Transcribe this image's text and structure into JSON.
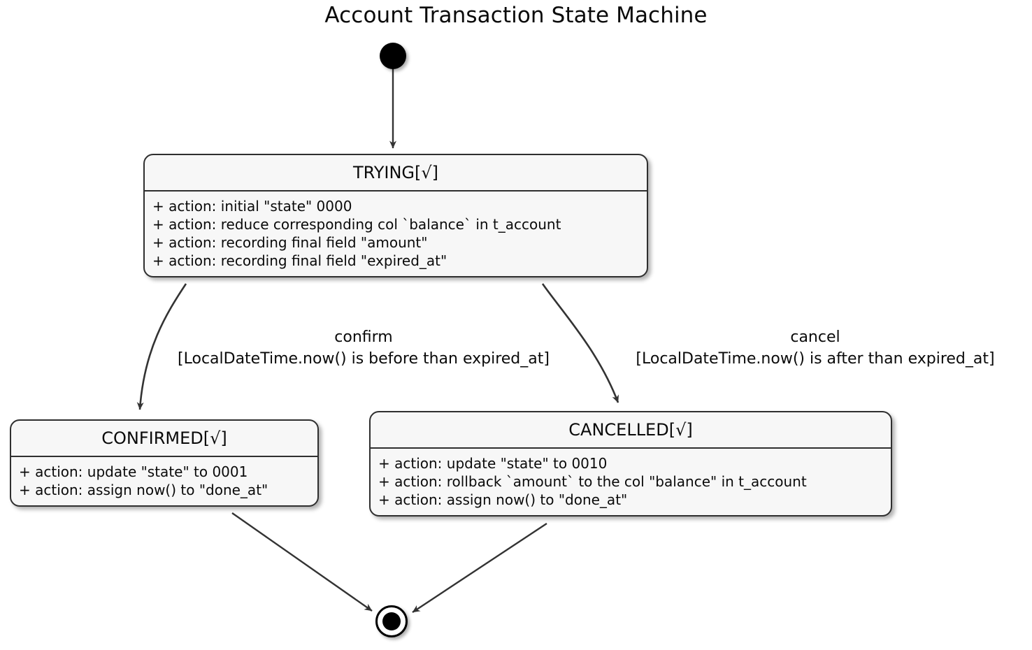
{
  "diagram": {
    "title": "Account Transaction State Machine",
    "type": "uml-state-machine",
    "colors": {
      "background": "#ffffff",
      "state_fill": "#f7f7f7",
      "state_border": "#2f2f2f",
      "text": "#0a0a0a",
      "edge": "#3a3a3a",
      "node_fill": "#000000"
    }
  },
  "nodes": {
    "start": {
      "name": "initial-state",
      "shape": "filled-circle"
    },
    "end": {
      "name": "final-state",
      "shape": "bullseye-circle"
    }
  },
  "states": [
    {
      "id": "trying",
      "title": "TRYING[√]",
      "actions": [
        "+ action: initial \"state\" 0000",
        "+ action: reduce corresponding col `balance` in t_account",
        "+ action: recording final field \"amount\"",
        "+ action: recording final field \"expired_at\""
      ]
    },
    {
      "id": "confirmed",
      "title": "CONFIRMED[√]",
      "actions": [
        "+ action: update \"state\" to 0001",
        "+ action: assign now() to \"done_at\""
      ]
    },
    {
      "id": "cancelled",
      "title": "CANCELLED[√]",
      "actions": [
        "+ action: update \"state\" to 0010",
        "+ action: rollback `amount` to the col \"balance\" in t_account",
        "+ action: assign now() to \"done_at\""
      ]
    }
  ],
  "transitions": [
    {
      "id": "start-to-trying",
      "from": "start",
      "to": "trying",
      "event": "",
      "guard": ""
    },
    {
      "id": "trying-to-confirmed",
      "from": "trying",
      "to": "confirmed",
      "event": "confirm",
      "guard": "[LocalDateTime.now() is before than expired_at]"
    },
    {
      "id": "trying-to-cancelled",
      "from": "trying",
      "to": "cancelled",
      "event": "cancel",
      "guard": "[LocalDateTime.now() is after than expired_at]"
    },
    {
      "id": "confirmed-to-end",
      "from": "confirmed",
      "to": "end",
      "event": "",
      "guard": ""
    },
    {
      "id": "cancelled-to-end",
      "from": "cancelled",
      "to": "end",
      "event": "",
      "guard": ""
    }
  ]
}
